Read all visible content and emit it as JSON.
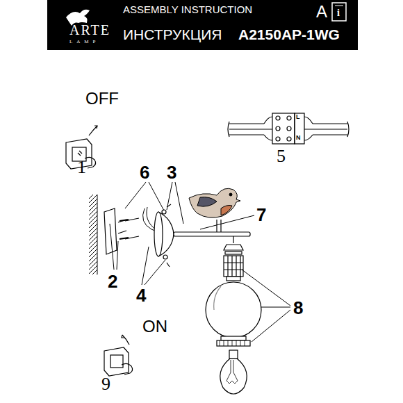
{
  "diagram": {
    "labels": [
      "ARTE",
      "LAMP",
      "ASSEMBLY INSTRUCTION",
      "ИНСТРУКЦИЯ",
      "A2150AP-1WG",
      "A",
      "i",
      "OFF",
      "1",
      "6",
      "3",
      "5",
      "7",
      "2",
      "4",
      "8",
      "ON",
      "9",
      "L",
      "N"
    ]
  }
}
